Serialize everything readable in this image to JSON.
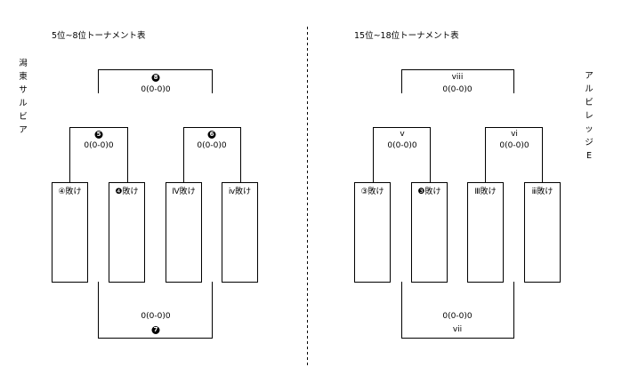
{
  "left": {
    "title": "5位~8位トーナメント表",
    "side_label": [
      "潟",
      "東",
      "サ",
      "ル",
      "ビ",
      "ア"
    ],
    "top_match": {
      "mark": "8",
      "score": "0(0-0)0"
    },
    "semi_left": {
      "mark": "5",
      "score": "0(0-0)0"
    },
    "semi_right": {
      "mark": "6",
      "score": "0(0-0)0"
    },
    "boxes": [
      "④敗け",
      "❹敗け",
      "Ⅳ敗け",
      "ⅳ敗け"
    ],
    "bottom_match": {
      "mark": "7",
      "score": "0(0-0)0"
    }
  },
  "right": {
    "title": "15位~18位トーナメント表",
    "side_label": [
      "ア",
      "ル",
      "ビ",
      "レ",
      "ッ",
      "ジ",
      "E"
    ],
    "top_match": {
      "mark": "viii",
      "score": "0(0-0)0"
    },
    "semi_left": {
      "mark": "v",
      "score": "0(0-0)0"
    },
    "semi_right": {
      "mark": "vi",
      "score": "0(0-0)0"
    },
    "boxes": [
      "③敗け",
      "❸敗け",
      "Ⅲ敗け",
      "ⅲ敗け"
    ],
    "bottom_match": {
      "mark": "vii",
      "score": "0(0-0)0"
    }
  }
}
